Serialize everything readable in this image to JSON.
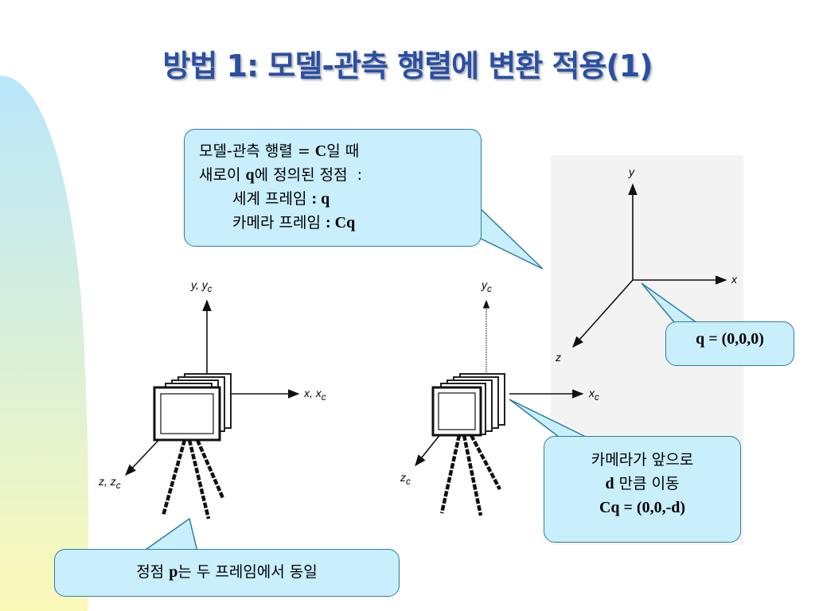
{
  "slide": {
    "title": "방법 1: 모델-관측 행렬에 변환 적용(1)"
  },
  "colors": {
    "title": "#2a4fa3",
    "callout_fill": "#c9eefc",
    "callout_border": "#2d7f9d",
    "left_band_top": "#b9e6fb",
    "left_band_bottom": "#fbf9b8"
  },
  "callouts": {
    "matrix": {
      "l1_a": "모델-관측 행렬 = ",
      "l1_b": "C",
      "l1_c": "일 때",
      "l2_a": "새로이 ",
      "l2_b": "q",
      "l2_c": "에 정의된 정점  :",
      "l3_a": "세계 프레임 ",
      "l3_b": ": q",
      "l4_a": "카메라 프레임 ",
      "l4_b": ": Cq"
    },
    "origin": {
      "text": "q = (0,0,0)"
    },
    "move": {
      "l1": "카메라가 앞으로",
      "l2_a": "d",
      "l2_b": " 만큼 이동",
      "l3": "Cq = (0,0,-d)"
    },
    "vertex": {
      "a": "정점 ",
      "b": "p",
      "c": "는 두 프레임에서 동일"
    }
  },
  "axes": {
    "left": {
      "y": "y, y",
      "y_sub": "c",
      "x": "x, x",
      "x_sub": "c",
      "z": "z, z",
      "z_sub": "c"
    },
    "middle": {
      "y": "y",
      "y_sub": "c",
      "x": "x",
      "x_sub": "c",
      "z": "z",
      "z_sub": "c"
    },
    "world": {
      "y": "y",
      "x": "x",
      "z": "z"
    }
  }
}
